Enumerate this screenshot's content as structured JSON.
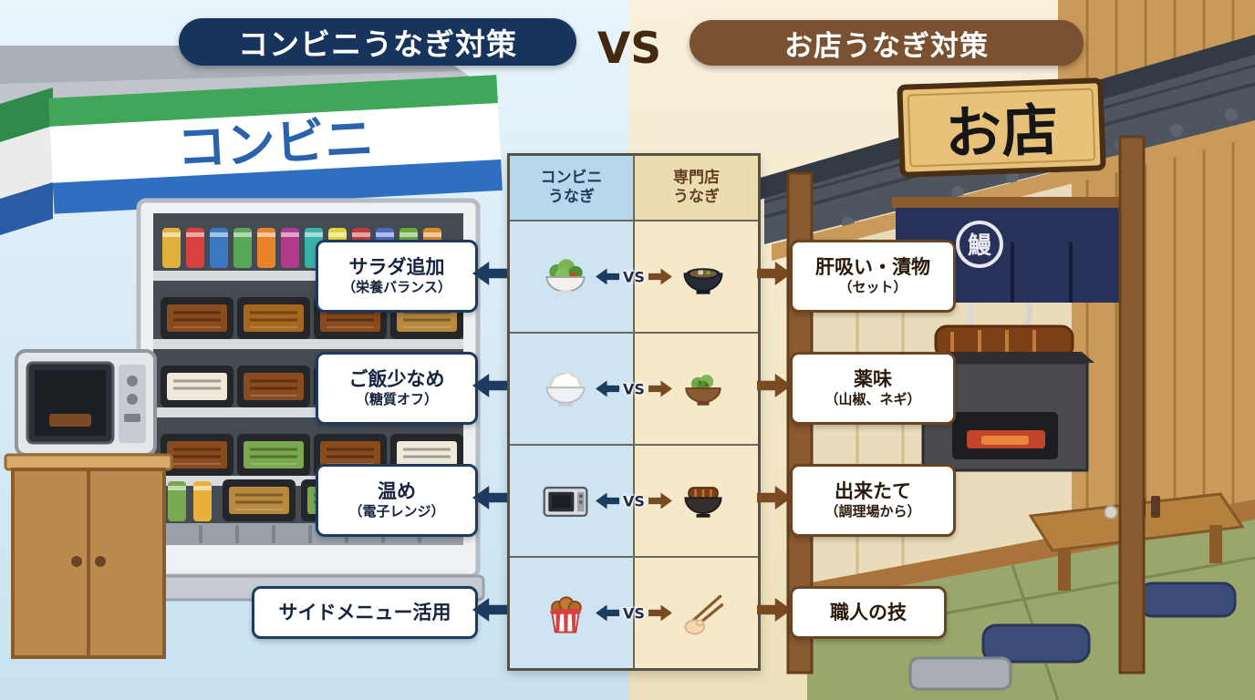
{
  "header": {
    "left_title": "コンビニうなぎ対策",
    "vs": "VS",
    "right_title": "お店うなぎ対策"
  },
  "convenience_store": {
    "sign": "コンビニ",
    "stripe_colors": [
      "#3fa65a",
      "#ffffff",
      "#2f6fc2"
    ]
  },
  "restaurant": {
    "sign": "お店",
    "noren_mark": "鰻"
  },
  "comparison": {
    "header_left": {
      "line1": "コンビニ",
      "line2": "うなぎ"
    },
    "header_right": {
      "line1": "専門店",
      "line2": "うなぎ"
    },
    "vs": "VS",
    "rows": [
      {
        "left_label": {
          "line1": "サラダ追加",
          "line2": "（栄養バランス）"
        },
        "left_icon": "salad-bowl-icon",
        "right_icon": "soup-bowl-icon",
        "right_label": {
          "line1": "肝吸い・漬物",
          "line2": "（セット）"
        }
      },
      {
        "left_label": {
          "line1": "ご飯少なめ",
          "line2": "（糖質オフ）"
        },
        "left_icon": "rice-bowl-icon",
        "right_icon": "condiment-bowl-icon",
        "right_label": {
          "line1": "薬味",
          "line2": "（山椒、ネギ）"
        }
      },
      {
        "left_label": {
          "line1": "温め",
          "line2": "（電子レンジ）"
        },
        "left_icon": "microwave-icon",
        "right_icon": "unagi-bowl-icon",
        "right_label": {
          "line1": "出来たて",
          "line2": "（調理場から）"
        }
      },
      {
        "left_label": {
          "line1": "サイドメニュー活用",
          "line2": ""
        },
        "left_icon": "fried-chicken-cup-icon",
        "right_icon": "chopsticks-icon",
        "right_label": {
          "line1": "職人の技",
          "line2": ""
        }
      }
    ]
  },
  "colors": {
    "navy_accent": "#1d3a5f",
    "brown_accent": "#7a5232",
    "bg_left": "#d9ecf8",
    "bg_right": "#f4e9cd",
    "table_left_bg": "#cfe4f2",
    "table_right_bg": "#f5e9ca"
  }
}
